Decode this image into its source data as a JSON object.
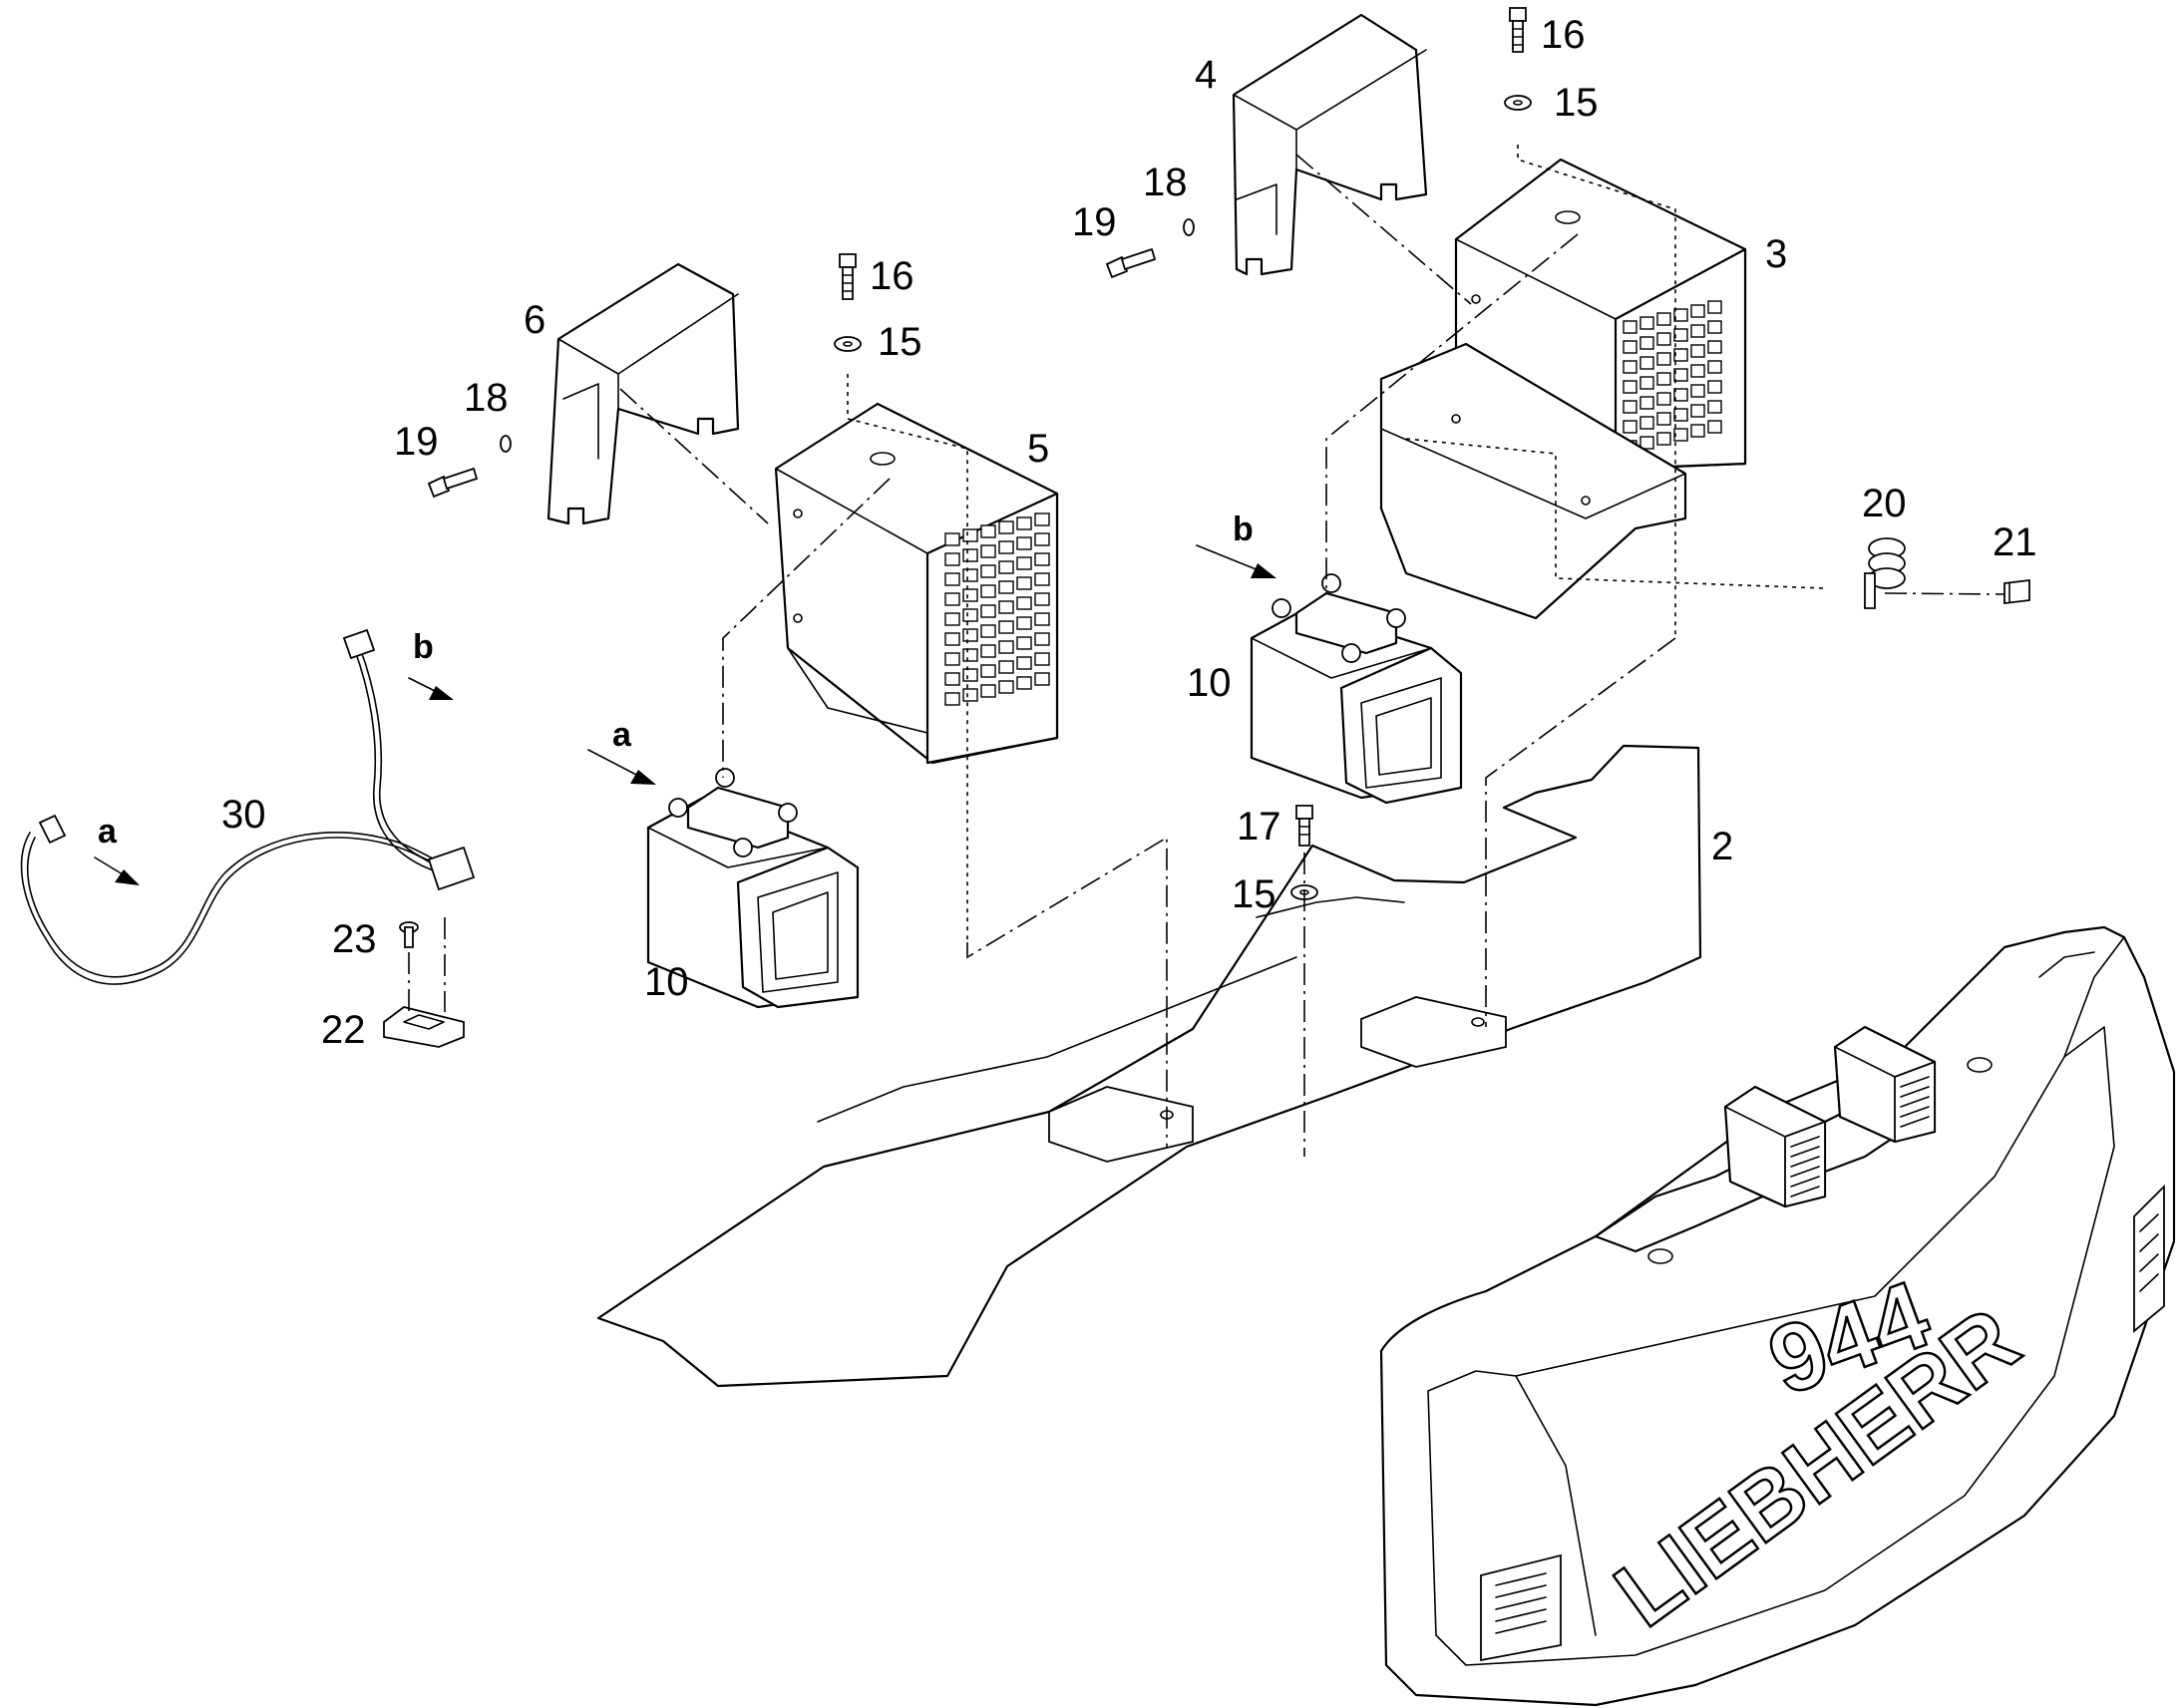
{
  "labels": {
    "p2": "2",
    "p3": "3",
    "p4": "4",
    "p5": "5",
    "p6": "6",
    "p10a": "10",
    "p10b": "10",
    "p15a": "15",
    "p15b": "15",
    "p15c": "15",
    "p16a": "16",
    "p16b": "16",
    "p17": "17",
    "p18a": "18",
    "p18b": "18",
    "p19a": "19",
    "p19b": "19",
    "p20": "20",
    "p21": "21",
    "p22": "22",
    "p23": "23",
    "p30": "30"
  },
  "arrows": {
    "a_cable": "a",
    "b_cable": "b",
    "a_lamp": "a",
    "b_lamp": "b"
  },
  "machine": {
    "model": "944",
    "brand": "LIEBHERR"
  }
}
